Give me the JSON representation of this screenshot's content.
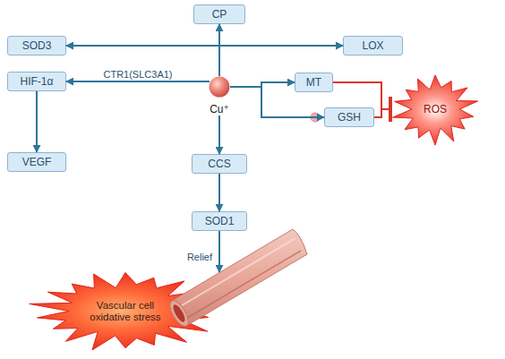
{
  "diagram": {
    "nodes": [
      {
        "text": [
          "CP"
        ]
      },
      {
        "text": [
          "SOD3"
        ]
      },
      {
        "text": [
          "LOX"
        ]
      },
      {
        "text": [
          "HIF-1α"
        ]
      },
      {
        "text": [
          "Cu⁺"
        ]
      },
      {
        "text": [
          "MT"
        ]
      },
      {
        "text": [
          "GSH"
        ]
      },
      {
        "text": [
          "ROS"
        ]
      },
      {
        "text": [
          "VEGF"
        ]
      },
      {
        "text": [
          "CCS"
        ]
      },
      {
        "text": [
          "SOD1"
        ]
      },
      {
        "text": [
          "Vascular cell oxidative stress"
        ]
      }
    ],
    "edges": [
      {
        "from": 4,
        "to": 0,
        "arrow": "to"
      },
      {
        "from": 4,
        "to": 1,
        "arrow": "to"
      },
      {
        "from": 4,
        "to": 2,
        "arrow": "to"
      },
      {
        "from": 4,
        "to": 3,
        "label": "CTR1(SLC3A1)",
        "arrow": "to"
      },
      {
        "from": 4,
        "to": 5,
        "arrow": "to"
      },
      {
        "from": 4,
        "to": 6,
        "arrow": "to"
      },
      {
        "from": 3,
        "to": 8,
        "arrow": "to"
      },
      {
        "from": 4,
        "to": 9,
        "arrow": "to"
      },
      {
        "from": 9,
        "to": 10,
        "arrow": "to"
      },
      {
        "from": 10,
        "to": 11,
        "label": "Relief",
        "arrow": "to"
      },
      {
        "from": 5,
        "to": 7,
        "arrow": "to"
      },
      {
        "from": 6,
        "to": 7,
        "arrow": "to"
      }
    ]
  }
}
